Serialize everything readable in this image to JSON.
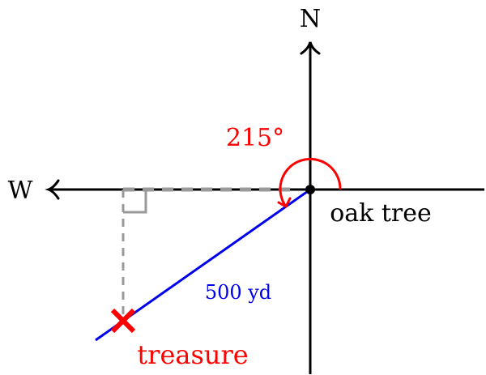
{
  "diagram": {
    "north_label": "N",
    "west_label": "W",
    "origin_label": "oak tree",
    "target_label": "treasure",
    "angle_label": "215°",
    "distance_label": "500 yd",
    "angle_degrees": 215,
    "distance_yards": 500
  },
  "colors": {
    "axes": "#000000",
    "path": "#0000ee",
    "highlight": "#ff0000",
    "helper": "#999999"
  },
  "icons": {
    "treasure_marker": "x-mark-icon",
    "origin_marker": "dot-icon"
  }
}
